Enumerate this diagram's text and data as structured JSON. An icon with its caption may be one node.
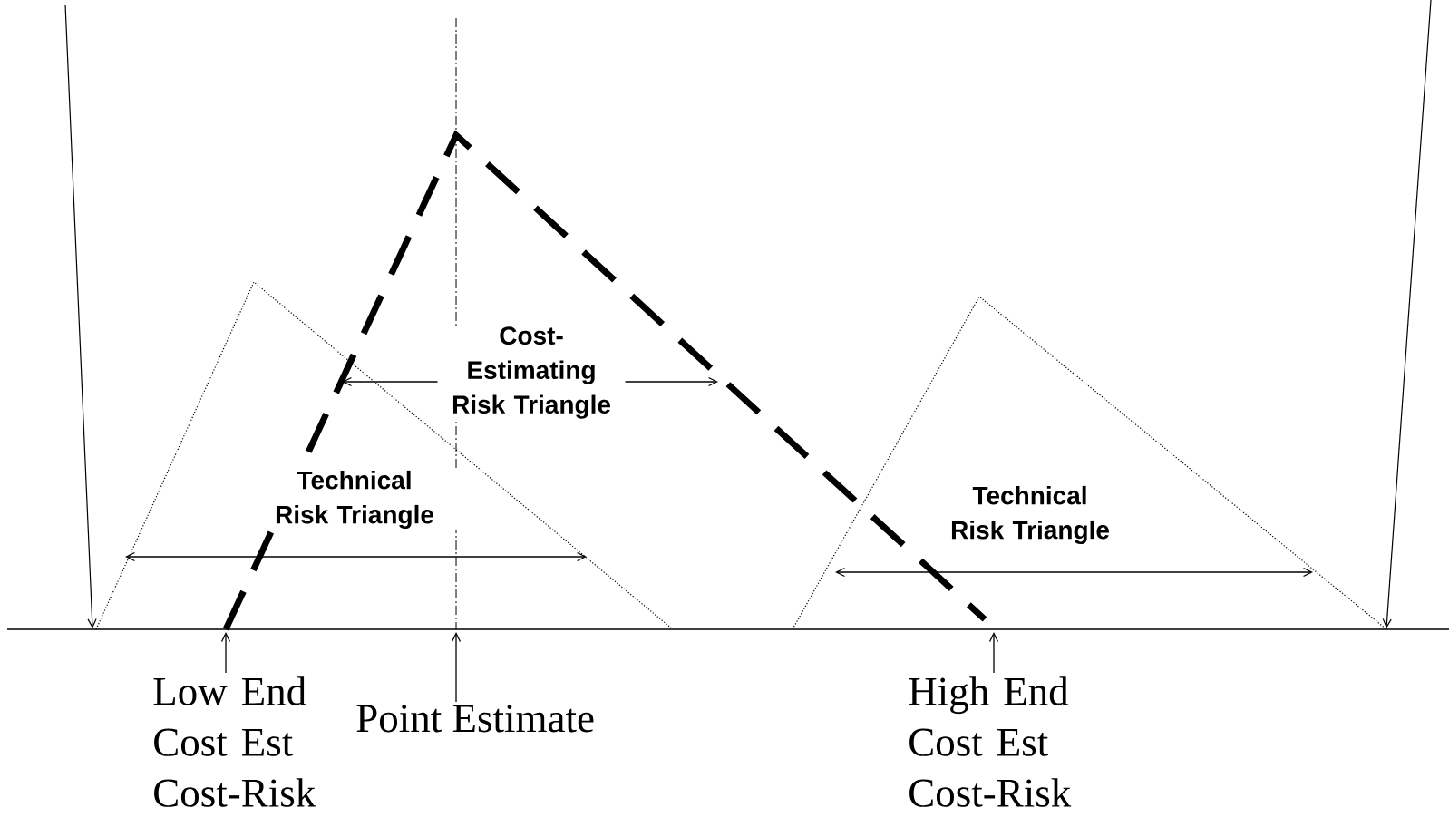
{
  "diagram": {
    "nodes": [
      {
        "text": [
          "Low End Cost Est Cost-Risk"
        ]
      },
      {
        "text": [
          "Point Estimate"
        ]
      },
      {
        "text": [
          "High End Cost Est Cost-Risk"
        ]
      }
    ],
    "edges": [
      {
        "from": 0,
        "to": null,
        "arrow": "to"
      },
      {
        "from": 1,
        "to": null,
        "arrow": "to"
      },
      {
        "from": 2,
        "to": null,
        "arrow": "to"
      }
    ],
    "labels": [
      "Cost-Estimating Risk Triangle",
      "Technical Risk Triangle",
      "Technical Risk Triangle"
    ]
  }
}
